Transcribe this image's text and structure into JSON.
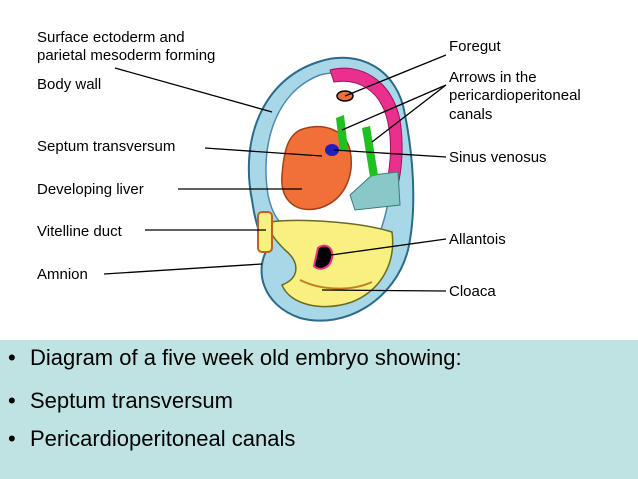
{
  "labels": {
    "surface_ectoderm_line1": "Surface ectoderm and",
    "surface_ectoderm_line2": "parietal mesoderm forming",
    "body_wall": "Body wall",
    "septum_transversum": "Septum transversum",
    "developing_liver": "Developing liver",
    "vitelline_duct": "Vitelline duct",
    "amnion": "Amnion",
    "foregut": "Foregut",
    "arrows_line1": "Arrows in the",
    "arrows_line2": "pericardioperitoneal",
    "arrows_line3": "canals",
    "sinus_venosus": "Sinus venosus",
    "allantois": "Allantois",
    "cloaca": "Cloaca"
  },
  "caption": {
    "bullet_symbol": "•",
    "items": [
      "Diagram of a five week old embryo showing:",
      "Septum transversum",
      "Pericardioperitoneal canals"
    ]
  },
  "colors": {
    "panel_background": "#bfe2e2",
    "outer_membrane": "#a8d8e8",
    "body_wall_pink": "#e8308c",
    "liver_orange": "#f07038",
    "yolk_yellow": "#f8f080",
    "canal_green": "#20c020",
    "sinus_blue": "#2020c0",
    "mesoderm_teal": "#88c8c8"
  }
}
